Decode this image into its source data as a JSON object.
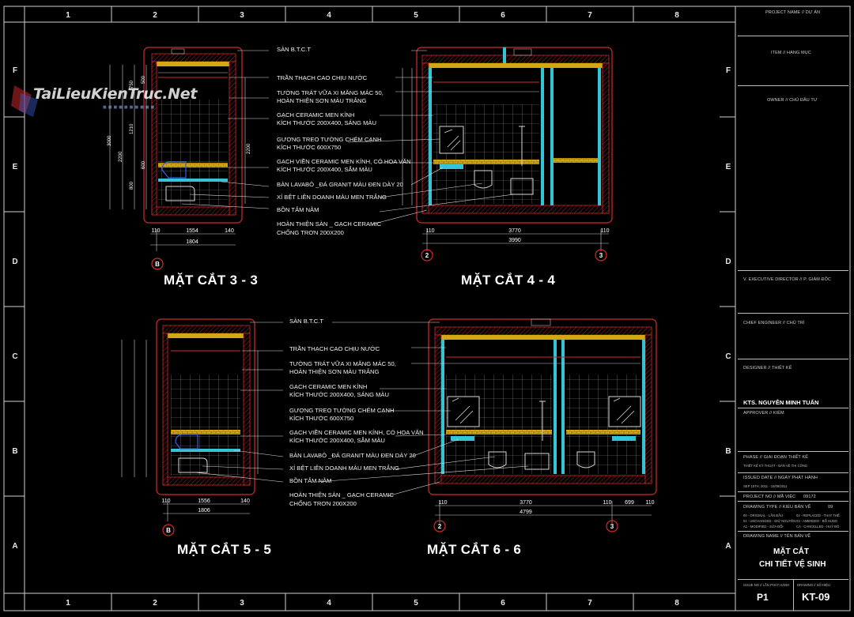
{
  "grid": {
    "cols": [
      "1",
      "2",
      "3",
      "4",
      "5",
      "6",
      "7",
      "8"
    ],
    "rows": [
      "F",
      "E",
      "D",
      "C",
      "B",
      "A"
    ]
  },
  "logo": {
    "text": "TaiLieuKienTruc.Net"
  },
  "sections": [
    {
      "title": "MẶT CẮT 3 - 3"
    },
    {
      "title": "MẶT CẮT 4 - 4"
    },
    {
      "title": "MẶT CẮT 5 - 5"
    },
    {
      "title": "MẶT CẮT 6 - 6"
    }
  ],
  "notes": {
    "san_btct": "SÀN  B.T.C.T",
    "tran": "TRẦN THẠCH CAO CHỊU NƯỚC",
    "tuong_1": "TƯỜNG TRÁT  VỮA XI MĂNG MÁC 50,",
    "tuong_2": "HOÀN THIỆN SƠN MÀU TRẮNG",
    "gach_1": "GẠCH CERAMIC MEN KÍNH",
    "gach_2a": "KÍCH THƯỚC 200X400, SÁNG MÀU",
    "guong_1": "GƯƠNG TREO TƯỜNG CHÉM CẠNH",
    "guong_2": "KÍCH THƯỚC  600X750",
    "vien_1": "GẠCH VIỀN CERAMIC MEN KÍNH, CÓ HOA VĂN",
    "vien_2a": "KÍCH THƯỚC 200X400, SẪM MÀU",
    "lavabo": "BÀN LAVABÔ _ĐÁ GRANIT MÀU ĐEN DÀY 20",
    "xibet": "XÍ BỆT LIÊN DOANH MÀU MEN TRẮNG",
    "bontam": "BỒN TẮM NẰM",
    "hoanthien_1": "HOÀN THIỆN SÀN _ GẠCH CERAMIC",
    "hoanthien_2": "CHỐNG TRƠN 200X200"
  },
  "dims": {
    "s33": {
      "bottom": [
        "110",
        "1554",
        "140"
      ],
      "total": "1804",
      "axis": "B",
      "left": [
        "500",
        "750",
        "1210",
        "800",
        "600"
      ],
      "tall": [
        "3000",
        "2200",
        "2200"
      ]
    },
    "s44": {
      "bottom": [
        "110",
        "3770",
        "110"
      ],
      "total": "3990",
      "axes": [
        "2",
        "3"
      ]
    },
    "s55": {
      "bottom": [
        "110",
        "1556",
        "140"
      ],
      "total": "1806",
      "axis": "B"
    },
    "s66": {
      "bottom": [
        "110",
        "3770",
        "110",
        "699",
        "110"
      ],
      "total": "4799",
      "axes": [
        "2",
        "3"
      ]
    }
  },
  "titleblock": {
    "project_name": "PROJECT NAME // DỰ ÁN",
    "item": "ITEM // HẠNG MỤC",
    "owner": "OWNER // CHỦ ĐẦU TƯ",
    "director": "V. EXECUTIVE DIRECTOR // P. GIÁM ĐỐC",
    "chief": "CHIEF ENGINEER // CHỦ TRÌ",
    "designer": "DESIGNER // THIẾT KẾ",
    "designer_name": "KTS. NGUYỄN MINH TUẤN",
    "approver": "APPROVER // KIỂM",
    "phase": "PHASE // GIAI ĐOẠN THIẾT KẾ",
    "phase_value": "THIẾT KẾ KỸ THUẬT - BẢN VẼ THI CÔNG",
    "issued": "ISSUED DATE // NGÀY PHÁT HÀNH",
    "issued_value": "SEP 15TH, 2011  -  15/09/2011",
    "project_no_label": "PROJECT NO // MÃ VIỆC",
    "project_no": "09172",
    "drawing_type": "DRAWING TYPE // KIỂU BẢN VẼ",
    "drawing_type_value": "09",
    "legend": [
      "00 - ORIGINAL  - LẦN ĐẦU",
      "02 - REPLACED  - THAY THẾ",
      "01 - UNCHANGED - GIỮ NGUYÊN",
      "03 - AMENDED   - BỔ SUNG",
      "A1 - MODIFIED  - SỬA ĐỔI",
      "CA - CANCELLED - HUỶ BỎ"
    ],
    "drawing_name_label": "DRAWING NAME // TÊN BẢN VẼ",
    "drawing_name_1": "MẶT CẮT",
    "drawing_name_2": "CHI TIẾT VỆ SINH",
    "issue_no_label": "ISSUE NO // LẦN PHÁT HÀNH",
    "issue_no": "P1",
    "drawing_no_label": "DRAWING // SỐ HIỆU",
    "drawing_no": "KT-09"
  },
  "colors": {
    "frame": "#cfcfcf",
    "wall": "#d42a2a",
    "cyan": "#33c4d6",
    "yellow": "#f2c21b",
    "blue": "#3a5fe0",
    "tile": "#a8a8a8",
    "note": "#f2f2f2"
  }
}
